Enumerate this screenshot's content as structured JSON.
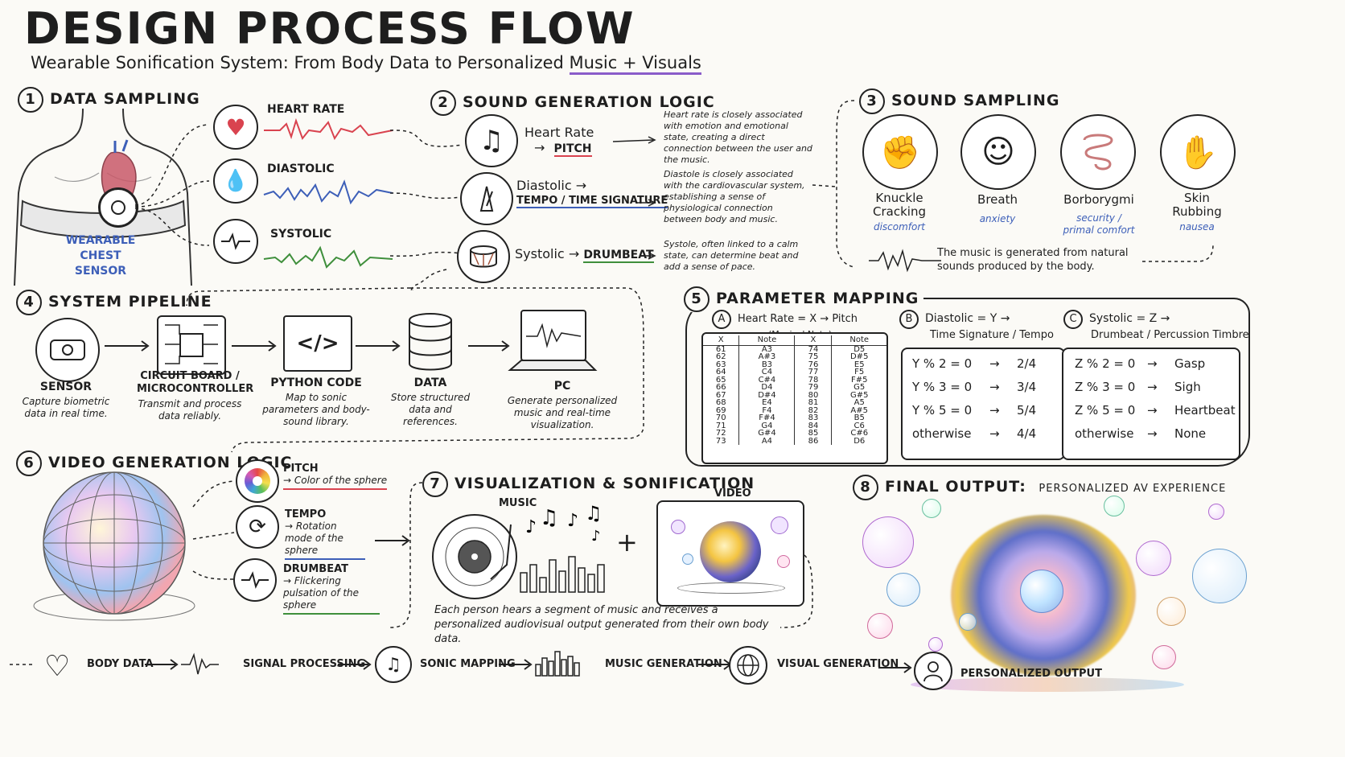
{
  "header": {
    "title": "DESIGN PROCESS FLOW",
    "subtitle_pre": "Wearable Sonification System: From Body Data to Personalized ",
    "subtitle_em": "Music + Visuals"
  },
  "s1": {
    "num": "1",
    "title": "DATA SAMPLING",
    "sensor": "WEARABLE CHEST SENSOR",
    "signals": [
      "HEART RATE",
      "DIASTOLIC",
      "SYSTOLIC"
    ]
  },
  "s2": {
    "num": "2",
    "title": "SOUND GENERATION LOGIC",
    "rows": [
      {
        "label": "Heart Rate",
        "arrow": "→",
        "target": "PITCH",
        "desc": "Heart rate is closely associated with emotion and emotional state, creating a direct connection between the user and the music."
      },
      {
        "label": "Diastolic →",
        "arrow": "",
        "target": "TEMPO / TIME SIGNATURE",
        "desc": "Diastole is closely associated with the cardiovascular system, establishing a sense of physiological connection between body and music."
      },
      {
        "label": "Systolic",
        "arrow": "→",
        "target": "DRUMBEAT",
        "desc": "Systole, often linked to a calm state, can determine beat and add a sense of pace."
      }
    ]
  },
  "s3": {
    "num": "3",
    "title": "SOUND SAMPLING",
    "items": [
      {
        "name": "Knuckle Cracking",
        "emotion": "discomfort"
      },
      {
        "name": "Breath",
        "emotion": "anxiety"
      },
      {
        "name": "Borborygmi",
        "emotion": "security / primal comfort"
      },
      {
        "name": "Skin Rubbing",
        "emotion": "nausea"
      }
    ],
    "note": "The music is generated from natural sounds produced by the body."
  },
  "s4": {
    "num": "4",
    "title": "SYSTEM PIPELINE",
    "steps": [
      {
        "name": "SENSOR",
        "desc": "Capture biometric data in real time."
      },
      {
        "name": "CIRCUIT BOARD / MICROCONTROLLER",
        "desc": "Transmit and process data reliably."
      },
      {
        "name": "PYTHON CODE",
        "desc": "Map to sonic parameters and body-sound library."
      },
      {
        "name": "DATA",
        "desc": "Store structured data and references."
      },
      {
        "name": "PC",
        "desc": "Generate personalized music and real-time visualization."
      }
    ],
    "code_glyph": "</>"
  },
  "s5": {
    "num": "5",
    "title": "PARAMETER MAPPING",
    "a": {
      "letter": "A",
      "title": "Heart Rate = X → Pitch",
      "sub": "(Musical Note)",
      "headers": [
        "X",
        "Note",
        "X",
        "Note"
      ],
      "rows": [
        [
          "61",
          "A3",
          "74",
          "D5"
        ],
        [
          "62",
          "A#3",
          "75",
          "D#5"
        ],
        [
          "63",
          "B3",
          "76",
          "E5"
        ],
        [
          "64",
          "C4",
          "77",
          "F5"
        ],
        [
          "65",
          "C#4",
          "78",
          "F#5"
        ],
        [
          "66",
          "D4",
          "79",
          "G5"
        ],
        [
          "67",
          "D#4",
          "80",
          "G#5"
        ],
        [
          "68",
          "E4",
          "81",
          "A5"
        ],
        [
          "69",
          "F4",
          "82",
          "A#5"
        ],
        [
          "70",
          "F#4",
          "83",
          "B5"
        ],
        [
          "71",
          "G4",
          "84",
          "C6"
        ],
        [
          "72",
          "G#4",
          "85",
          "C#6"
        ],
        [
          "73",
          "A4",
          "86",
          "D6"
        ]
      ]
    },
    "b": {
      "letter": "B",
      "title": "Diastolic = Y →",
      "sub": "Time Signature / Tempo",
      "rules": [
        [
          "Y % 2 = 0",
          "→",
          "2/4"
        ],
        [
          "Y % 3 = 0",
          "→",
          "3/4"
        ],
        [
          "Y % 5 = 0",
          "→",
          "5/4"
        ],
        [
          "otherwise",
          "→",
          "4/4"
        ]
      ]
    },
    "c": {
      "letter": "C",
      "title": "Systolic = Z →",
      "sub": "Drumbeat / Percussion Timbre",
      "rules": [
        [
          "Z % 2 = 0",
          "→",
          "Gasp"
        ],
        [
          "Z % 3 = 0",
          "→",
          "Sigh"
        ],
        [
          "Z % 5 = 0",
          "→",
          "Heartbeat"
        ],
        [
          "otherwise",
          "→",
          "None"
        ]
      ]
    }
  },
  "s6": {
    "num": "6",
    "title": "VIDEO GENERATION LOGIC",
    "items": [
      {
        "name": "PITCH",
        "desc": "→ Color of the sphere"
      },
      {
        "name": "TEMPO",
        "desc": "→ Rotation mode of the sphere"
      },
      {
        "name": "DRUMBEAT",
        "desc": "→ Flickering pulsation of the sphere"
      }
    ]
  },
  "s7": {
    "num": "7",
    "title": "VISUALIZATION & SONIFICATION",
    "music": "MUSIC",
    "video": "VIDEO",
    "plus": "+",
    "note": "Each person hears a segment of music and receives a personalized audiovisual output generated from their own body data."
  },
  "s8": {
    "num": "8",
    "title": "FINAL OUTPUT:",
    "subtitle": "PERSONALIZED AV EXPERIENCE"
  },
  "flow": [
    "BODY DATA",
    "SIGNAL PROCESSING",
    "SONIC MAPPING",
    "MUSIC GENERATION",
    "VISUAL GENERATION",
    "PERSONALIZED OUTPUT"
  ],
  "colors": {
    "heart": "#d9434f",
    "diastolic": "#3d5fb8",
    "systolic": "#3f8f3c",
    "accent": "#8a5cc9",
    "ink": "#1e1e1e"
  }
}
